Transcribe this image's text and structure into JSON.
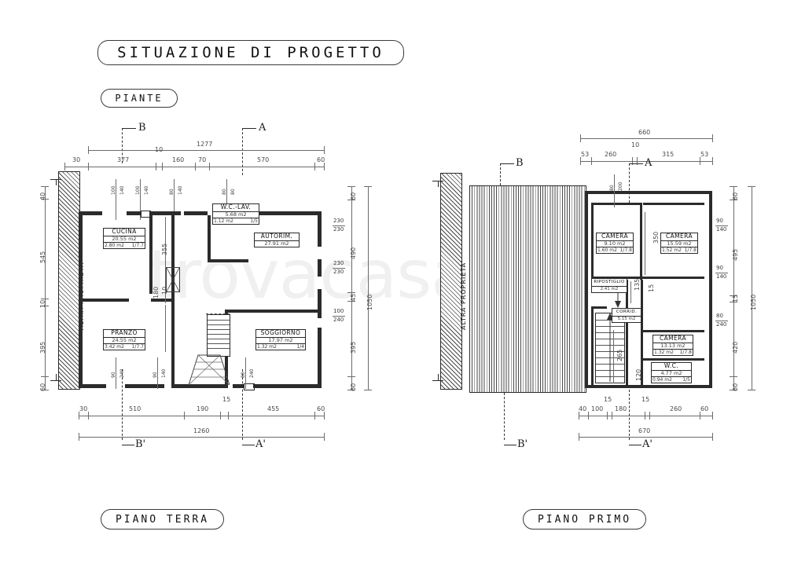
{
  "drawing": {
    "title": "SITUAZIONE DI PROGETTO",
    "subtitle": "PIANTE",
    "watermark": "trovacasa"
  },
  "plans": [
    {
      "id": "piano-terra",
      "caption": "PIANO TERRA",
      "neighbour_label": "ALTRA PROPRIETA'",
      "sections": {
        "top_left": "B",
        "top_right": "A",
        "bottom_left": "B'",
        "bottom_right": "A'"
      },
      "dims": {
        "top_total": "1277",
        "top_chain": [
          "30",
          "377",
          "10",
          "160",
          "70",
          "570",
          "60"
        ],
        "bottom_total": "1260",
        "bottom_chain": [
          "30",
          "510",
          "190",
          "15",
          "455",
          "60"
        ],
        "left_chain": [
          "40",
          "545",
          "10",
          "395",
          "60"
        ],
        "right_total": "1050",
        "right_chain": [
          "60",
          "490",
          "45",
          "395",
          "60"
        ],
        "interior": [
          "355",
          "10",
          "180"
        ]
      },
      "openings_top": [
        {
          "w": "100",
          "h": "140"
        },
        {
          "w": "100",
          "h": "140"
        },
        {
          "w": "80",
          "h": "140"
        },
        {
          "w": "80",
          "h": "80"
        }
      ],
      "openings_bottom": [
        {
          "w": "90",
          "h": "240"
        },
        {
          "w": "90",
          "h": "140"
        },
        {
          "w": "80",
          "h": "240"
        }
      ],
      "openings_right": [
        {
          "w": "230",
          "h": "230"
        },
        {
          "w": "230",
          "h": "230"
        },
        {
          "w": "100",
          "h": "240"
        }
      ],
      "rooms": [
        {
          "name": "CUCINA",
          "area": "20.55 m2",
          "sec_area": "2.80 m2",
          "ratio": "1/7.7"
        },
        {
          "name": "W.C.-LAV.",
          "area": "5.68 m2",
          "sec_area": "1.12 m2",
          "ratio": "1/5"
        },
        {
          "name": "AUTORIM.",
          "area": "27.91 m2",
          "sec_area": "",
          "ratio": ""
        },
        {
          "name": "PRANZO",
          "area": "24.55 m2",
          "sec_area": "3.42 m2",
          "ratio": "1/7.7"
        },
        {
          "name": "SOGGIORNO",
          "area": "17.97 m2",
          "sec_area": "1.32 m2",
          "ratio": "1/4"
        }
      ]
    },
    {
      "id": "piano-primo",
      "caption": "PIANO PRIMO",
      "neighbour_label": "ALTRA PROPRIETA'",
      "sections": {
        "top_left": "B",
        "top_right": "A",
        "bottom_left": "B'",
        "bottom_right": "A'"
      },
      "dims": {
        "top_total": "660",
        "top_chain": [
          "53",
          "260",
          "10",
          "315",
          "53"
        ],
        "bottom_total": "670",
        "bottom_chain": [
          "40",
          "100",
          "15",
          "180",
          "15",
          "260",
          "60"
        ],
        "right_total": "1050",
        "right_chain": [
          "60",
          "495",
          "15",
          "420",
          "60"
        ],
        "interior": [
          "350",
          "15",
          "135",
          "265",
          "120"
        ]
      },
      "openings_top": [
        {
          "w": "80",
          "h": "200"
        }
      ],
      "openings_right": [
        {
          "w": "90",
          "h": "140"
        },
        {
          "w": "90",
          "h": "140"
        },
        {
          "w": "80",
          "h": "240"
        }
      ],
      "rooms": [
        {
          "name": "CAMERA",
          "area": "9.10 m2",
          "sec_area": "1.60 m2",
          "ratio": "1/7.8"
        },
        {
          "name": "CAMERA",
          "area": "15.59 m2",
          "sec_area": "1.52 m2",
          "ratio": "1/7.8"
        },
        {
          "name": "RIPOSTIGLIO",
          "area": "2.41 m2",
          "sec_area": "",
          "ratio": ""
        },
        {
          "name": "CORRID.",
          "area": "5.15 m2",
          "sec_area": "",
          "ratio": ""
        },
        {
          "name": "CAMERA",
          "area": "13.13 m2",
          "sec_area": "1.32 m2",
          "ratio": "1/7.8"
        },
        {
          "name": "W.C.",
          "area": "4.77 m2",
          "sec_area": "0.94 m2",
          "ratio": "1/5"
        }
      ]
    }
  ],
  "colors": {
    "ink": "#1a1a1a",
    "dim": "#4a4a4a",
    "watermark": "#f0f0f0"
  }
}
